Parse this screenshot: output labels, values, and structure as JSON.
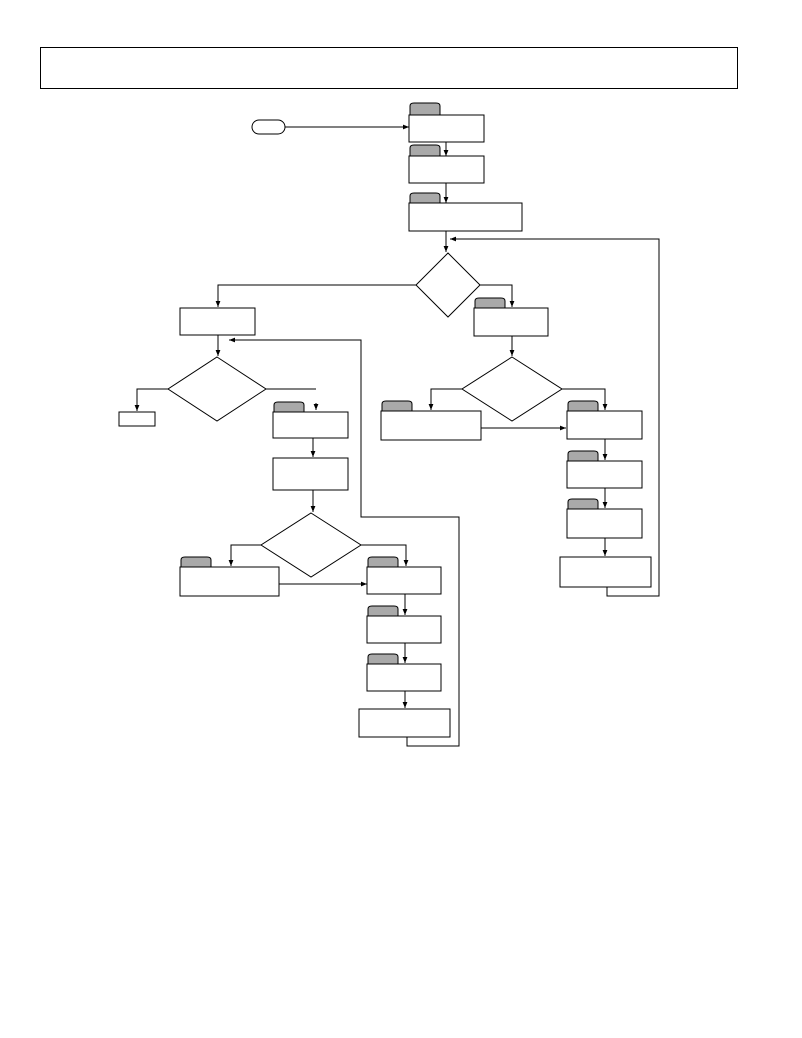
{
  "header": {
    "title": ""
  },
  "flowchart": {
    "nodes": [
      "start",
      "step-1",
      "step-2",
      "step-3",
      "decision-1",
      "left-box-1",
      "decision-2",
      "exit-box",
      "step-4",
      "step-5",
      "decision-3",
      "left-box-2",
      "step-6",
      "step-7",
      "step-8",
      "loop-end-1",
      "right-box-1",
      "decision-4",
      "left-box-3",
      "step-9",
      "step-10",
      "step-11",
      "loop-end-2"
    ],
    "labels": []
  }
}
